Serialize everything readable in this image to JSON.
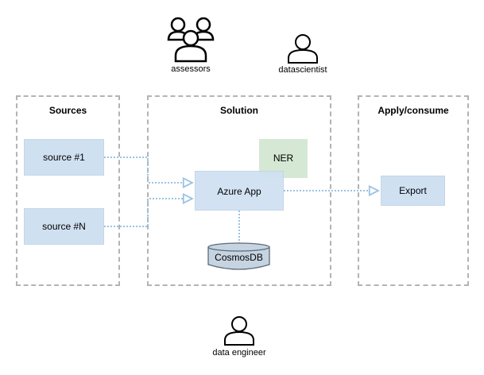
{
  "actors": {
    "assessors": "assessors",
    "datascientist": "datascientist",
    "data_engineer": "data engineer"
  },
  "groups": {
    "sources": "Sources",
    "solution": "Solution",
    "apply": "Apply/consume"
  },
  "nodes": {
    "source1": "source #1",
    "sourceN": "source #N",
    "ner": "NER",
    "azure_app": "Azure App",
    "cosmosdb": "CosmosDB",
    "export": "Export"
  },
  "colors": {
    "node_blue": "#cfe0f1",
    "node_green": "#d5e8d4",
    "connector": "#9cc3e2",
    "group_border": "#b3b3b3",
    "db_fill": "#c6d3e0"
  }
}
